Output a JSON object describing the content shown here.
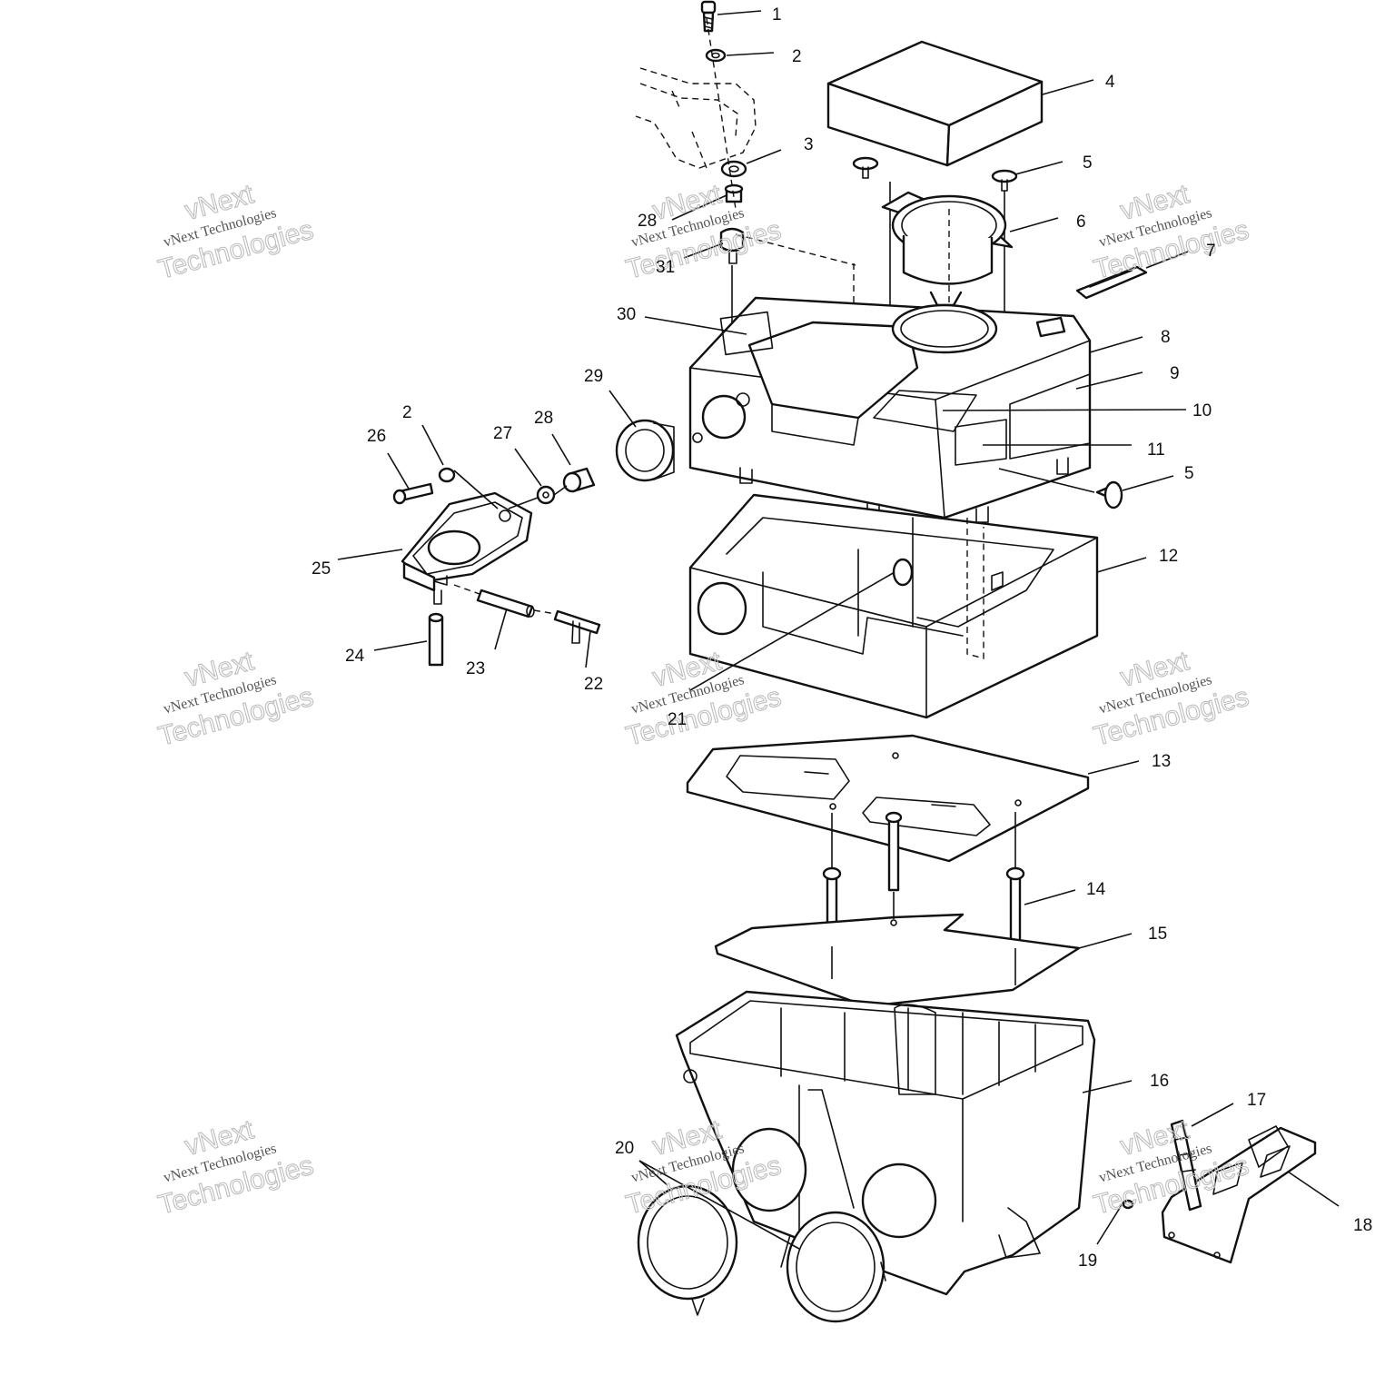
{
  "watermark": {
    "line1": "vNext Technologies",
    "line2": "vNext",
    "line3": "Technologies"
  },
  "callouts": [
    {
      "id": "c1",
      "label": "1"
    },
    {
      "id": "c2a",
      "label": "2"
    },
    {
      "id": "c3",
      "label": "3"
    },
    {
      "id": "c4",
      "label": "4"
    },
    {
      "id": "c5a",
      "label": "5"
    },
    {
      "id": "c6",
      "label": "6"
    },
    {
      "id": "c7",
      "label": "7"
    },
    {
      "id": "c8",
      "label": "8"
    },
    {
      "id": "c9",
      "label": "9"
    },
    {
      "id": "c10",
      "label": "10"
    },
    {
      "id": "c11",
      "label": "11"
    },
    {
      "id": "c5b",
      "label": "5"
    },
    {
      "id": "c12",
      "label": "12"
    },
    {
      "id": "c13",
      "label": "13"
    },
    {
      "id": "c14",
      "label": "14"
    },
    {
      "id": "c15",
      "label": "15"
    },
    {
      "id": "c16",
      "label": "16"
    },
    {
      "id": "c17",
      "label": "17"
    },
    {
      "id": "c18",
      "label": "18"
    },
    {
      "id": "c19",
      "label": "19"
    },
    {
      "id": "c20",
      "label": "20"
    },
    {
      "id": "c21",
      "label": "21"
    },
    {
      "id": "c22",
      "label": "22"
    },
    {
      "id": "c23",
      "label": "23"
    },
    {
      "id": "c24",
      "label": "24"
    },
    {
      "id": "c25",
      "label": "25"
    },
    {
      "id": "c26",
      "label": "26"
    },
    {
      "id": "c2b",
      "label": "2"
    },
    {
      "id": "c27",
      "label": "27"
    },
    {
      "id": "c28a",
      "label": "28"
    },
    {
      "id": "c28b",
      "label": "28"
    },
    {
      "id": "c29",
      "label": "29"
    },
    {
      "id": "c30",
      "label": "30"
    },
    {
      "id": "c31",
      "label": "31"
    }
  ]
}
